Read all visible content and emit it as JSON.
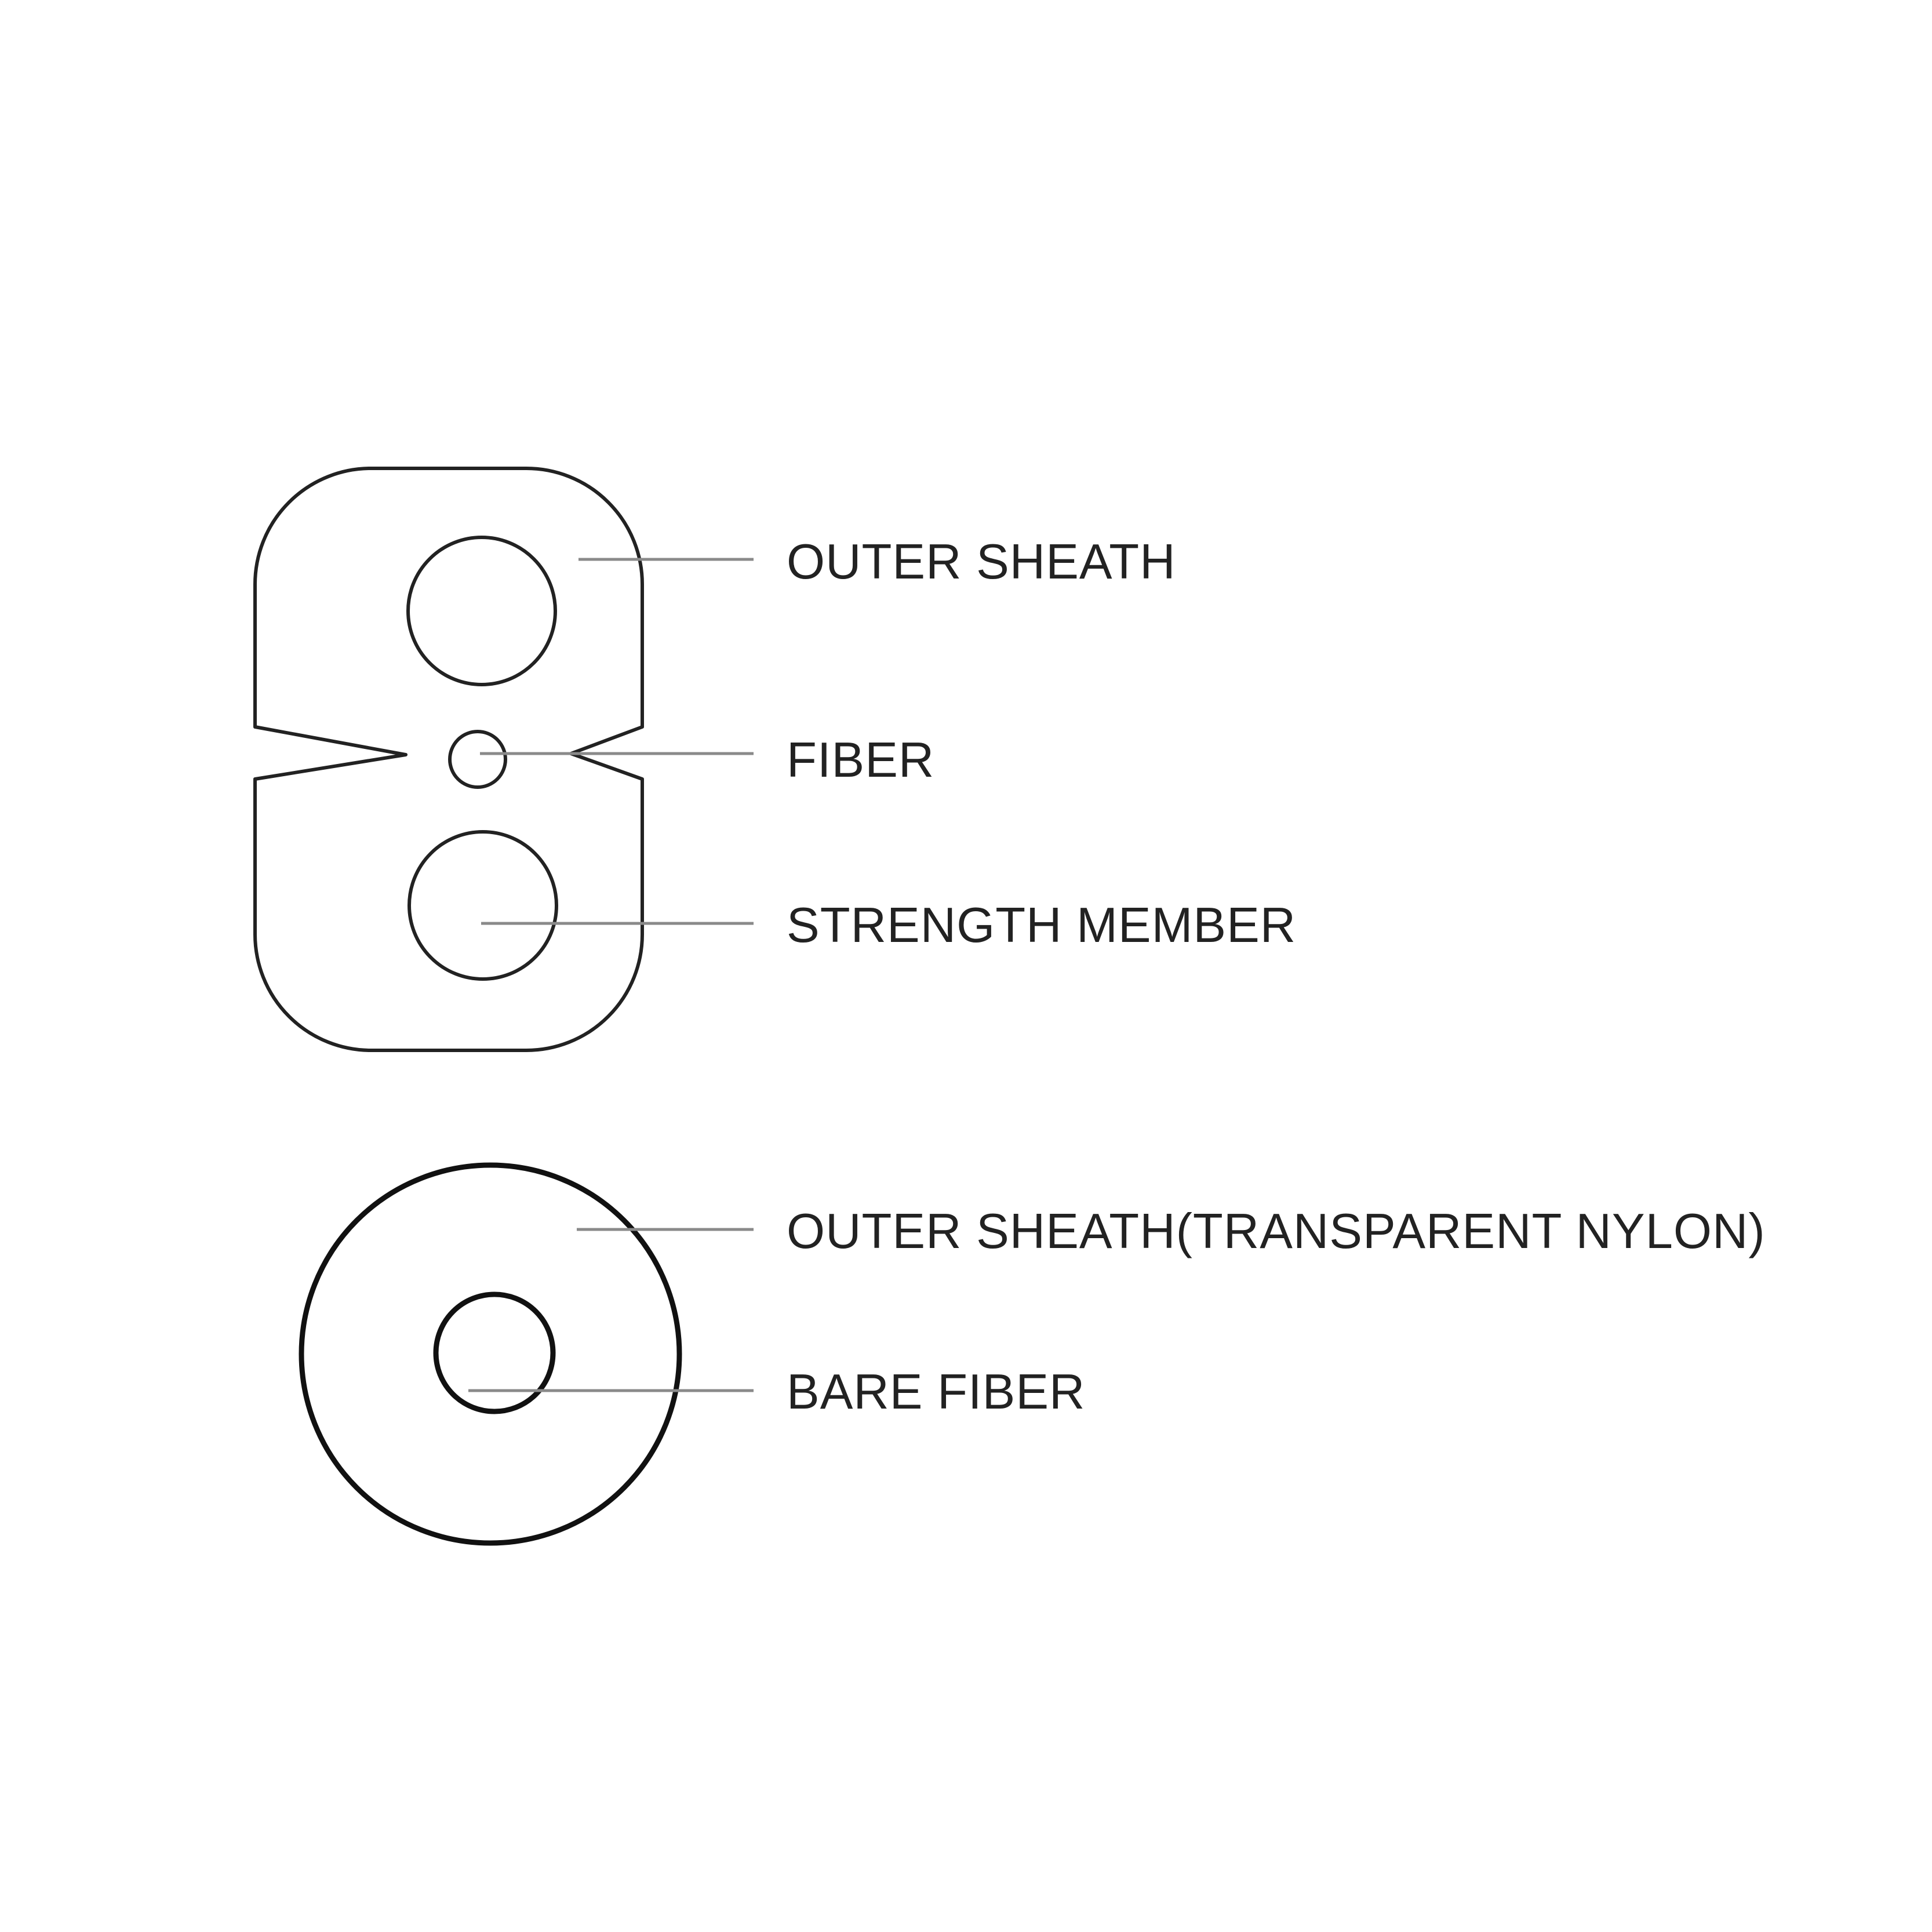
{
  "colors": {
    "background": "#ffffff",
    "outline": "#222222",
    "leader_line": "#8a8a8a",
    "label_text": "#222222"
  },
  "drop_cable": {
    "labels": {
      "outer_sheath": "OUTER SHEATH",
      "fiber": "FIBER",
      "strength_member": "STRENGTH MEMBER"
    }
  },
  "tight_buffer_fiber": {
    "labels": {
      "outer_sheath": "OUTER SHEATH(TRANSPARENT NYLON)",
      "bare_fiber": "BARE FIBER"
    }
  }
}
